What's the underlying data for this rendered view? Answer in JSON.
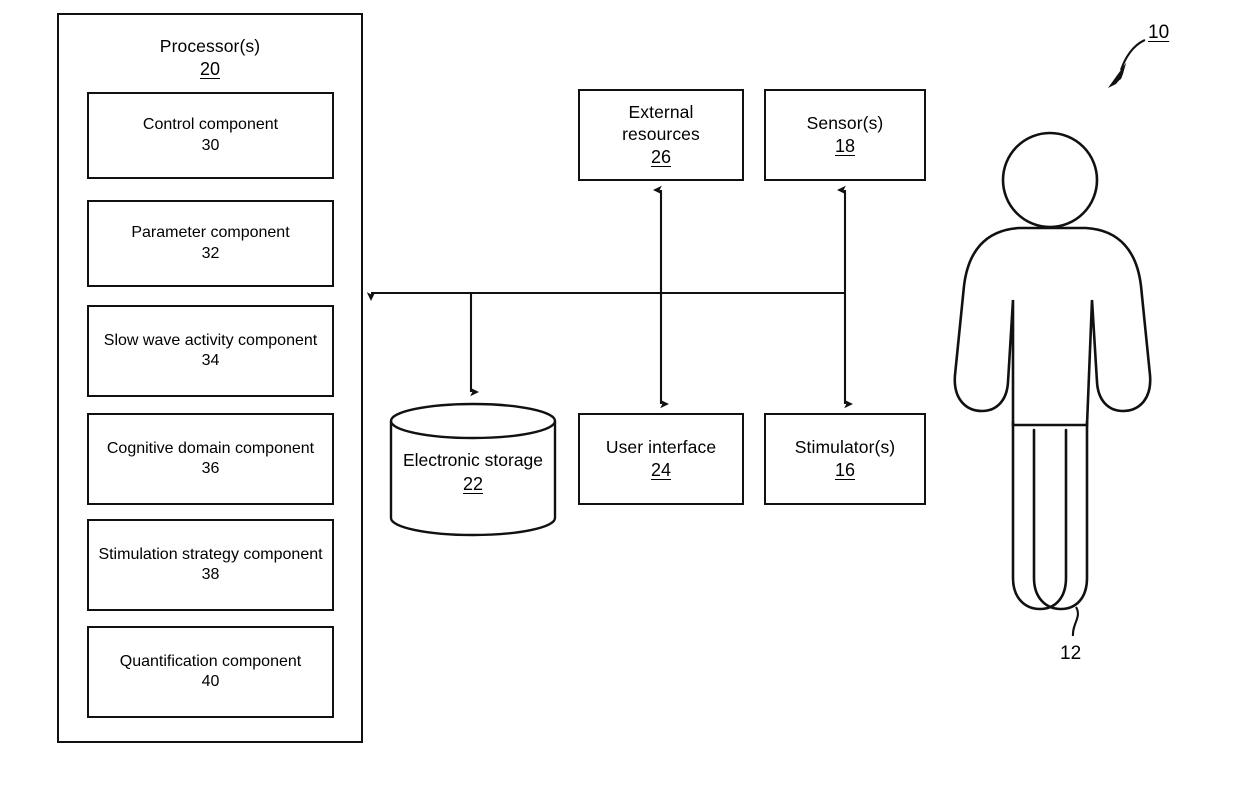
{
  "figure": {
    "title": "System block diagram",
    "stroke_color": "#111111",
    "background_color": "#ffffff"
  },
  "processor": {
    "label": "Processor(s)",
    "number": "20",
    "components": [
      {
        "name": "control-component",
        "label": "Control component",
        "number": "30"
      },
      {
        "name": "parameter-component",
        "label": "Parameter component",
        "number": "32"
      },
      {
        "name": "slow-wave-activity-component",
        "label": "Slow wave\nactivity component",
        "number": "34"
      },
      {
        "name": "cognitive-domain-component",
        "label": "Cognitive domain\ncomponent",
        "number": "36"
      },
      {
        "name": "stimulation-strategy-component",
        "label": "Stimulation strategy\ncomponent",
        "number": "38"
      },
      {
        "name": "quantification-component",
        "label": "Quantification component",
        "number": "40"
      }
    ]
  },
  "blocks": [
    {
      "name": "external-resources-block",
      "label": "External\nresources",
      "number": "26"
    },
    {
      "name": "sensors-block",
      "label": "Sensor(s)",
      "number": "18"
    },
    {
      "name": "user-interface-block",
      "label": "User interface",
      "number": "24"
    },
    {
      "name": "stimulators-block",
      "label": "Stimulator(s)",
      "number": "16"
    }
  ],
  "storage": {
    "label": "Electronic storage",
    "number": "22"
  },
  "subject": {
    "figure_label": "human-figure",
    "number": "12"
  },
  "system": {
    "number": "10"
  }
}
